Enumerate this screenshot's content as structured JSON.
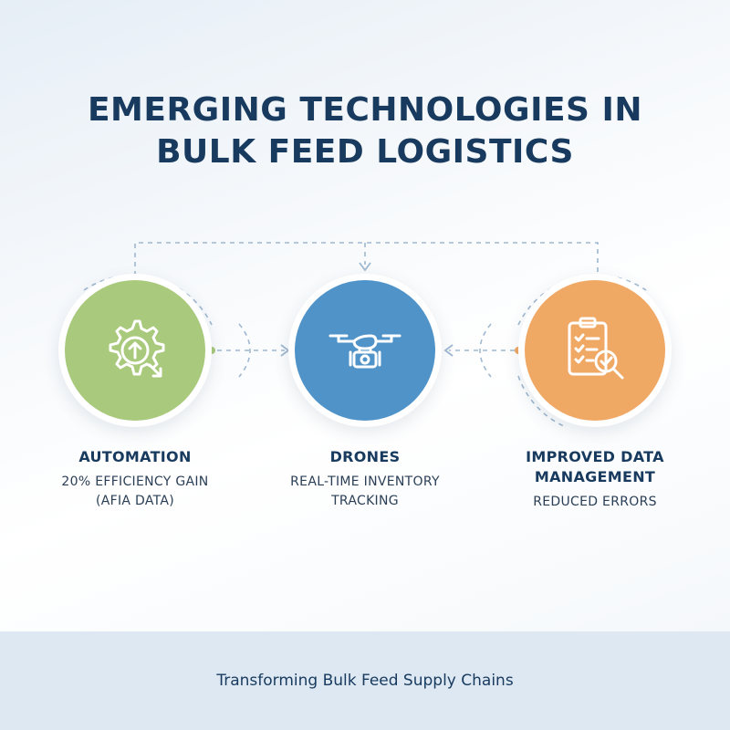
{
  "title": {
    "line1": "EMERGING TECHNOLOGIES IN",
    "line2": "BULK FEED LOGISTICS"
  },
  "colors": {
    "automation": "#a9c97c",
    "drones": "#4f93c9",
    "data_management": "#f0a865",
    "connector": "#9fb8d0",
    "title": "#173a5e"
  },
  "nodes": [
    {
      "title": "AUTOMATION",
      "subtitle_lines": [
        "20% EFFICIENCY GAIN",
        "(AFIA DATA)"
      ],
      "icon": "gear-arrow-icon"
    },
    {
      "title": "DRONES",
      "subtitle_lines": [
        "REAL-TIME INVENTORY",
        "TRACKING"
      ],
      "icon": "drone-icon"
    },
    {
      "title_lines": [
        "IMPROVED DATA",
        "MANAGEMENT"
      ],
      "subtitle_lines": [
        "REDUCED ERRORS"
      ],
      "icon": "clipboard-magnifier-icon"
    }
  ],
  "footer": {
    "text": "Transforming Bulk Feed Supply Chains"
  }
}
